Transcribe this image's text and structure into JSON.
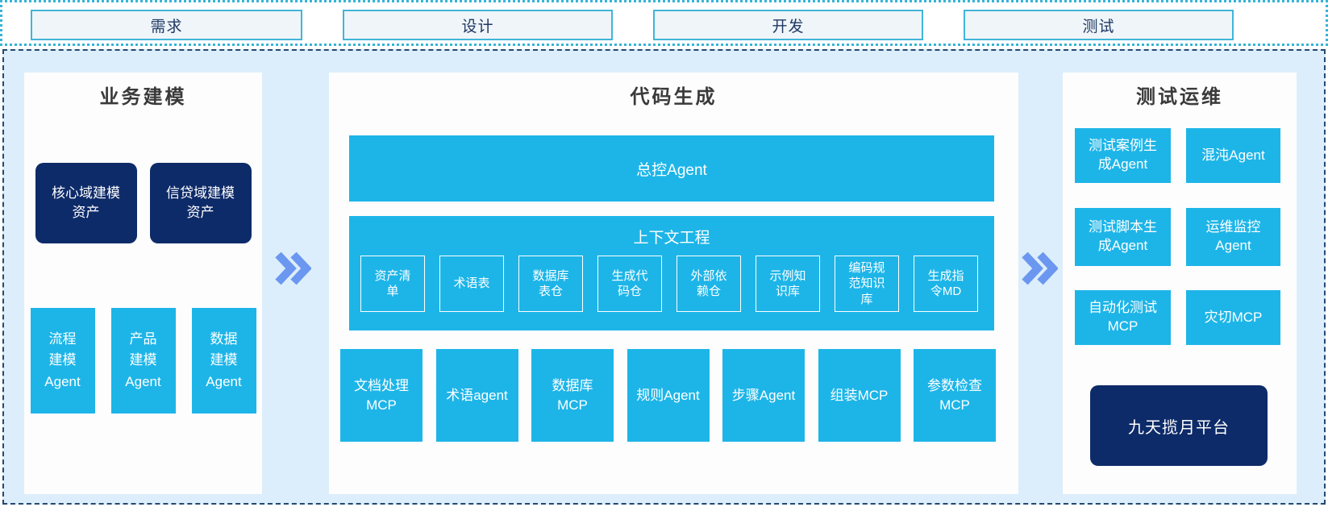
{
  "phase_strip": {
    "items": [
      {
        "label": "需求"
      },
      {
        "label": "设计"
      },
      {
        "label": "开发"
      },
      {
        "label": "测试"
      }
    ]
  },
  "business_modeling": {
    "title": "业务建模",
    "asset_boxes": [
      {
        "label": "核心域建模\n资产"
      },
      {
        "label": "信贷域建模\n资产"
      }
    ],
    "agent_boxes": [
      {
        "label": "流程\n建模\nAgent"
      },
      {
        "label": "产品\n建模\nAgent"
      },
      {
        "label": "数据\n建模\nAgent"
      }
    ]
  },
  "code_generation": {
    "title": "代码生成",
    "master_agent_label": "总控Agent",
    "context_engineering": {
      "title": "上下文工程",
      "items": [
        {
          "label": "资产清\n单"
        },
        {
          "label": "术语表"
        },
        {
          "label": "数据库\n表仓"
        },
        {
          "label": "生成代\n码仓"
        },
        {
          "label": "外部依\n赖仓"
        },
        {
          "label": "示例知\n识库"
        },
        {
          "label": "编码规\n范知识\n库"
        },
        {
          "label": "生成指\n令MD"
        }
      ]
    },
    "tools": [
      {
        "label": "文档处理\nMCP"
      },
      {
        "label": "术语agent"
      },
      {
        "label": "数据库\nMCP"
      },
      {
        "label": "规则Agent"
      },
      {
        "label": "步骤Agent"
      },
      {
        "label": "组装MCP"
      },
      {
        "label": "参数检查\nMCP"
      }
    ]
  },
  "test_ops": {
    "title": "测试运维",
    "boxes": [
      {
        "label": "测试案例生\n成Agent"
      },
      {
        "label": "混沌Agent"
      },
      {
        "label": "测试脚本生\n成Agent"
      },
      {
        "label": "运维监控\nAgent"
      },
      {
        "label": "自动化测试\nMCP"
      },
      {
        "label": "灾切MCP"
      }
    ],
    "platform_label": "九天揽月平台"
  },
  "icons": {
    "flow_arrow": "double-chevron-right"
  },
  "colors": {
    "cyan": "#1db5e8",
    "navy": "#0e2b69",
    "canvas_bg": "#dceefb",
    "panel_bg": "#fdfdfe",
    "phase_fill": "#eff5f9",
    "phase_border": "#41b5d9",
    "phase_text": "#1f3864",
    "container_dashed_border": "#27486f",
    "strip_dotted_border": "#35b3d8",
    "arrow_blue": "#6b97f0",
    "title_text": "#3a3a3a"
  }
}
